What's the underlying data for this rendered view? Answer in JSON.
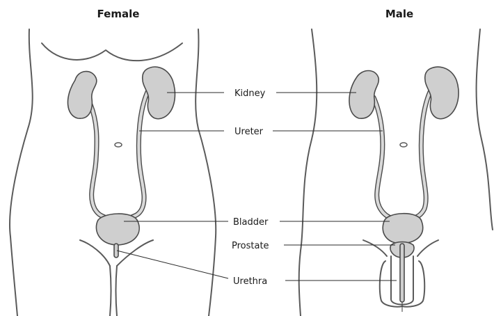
{
  "titles": {
    "female": "Female",
    "male": "Male"
  },
  "labels": {
    "kidney": "Kidney",
    "ureter": "Ureter",
    "bladder": "Bladder",
    "prostate": "Prostate",
    "urethra": "Urethra"
  },
  "colors": {
    "organ_fill": "#cfcfcf",
    "outline": "#4a4a4a",
    "body_outline": "#5a5a5a"
  }
}
